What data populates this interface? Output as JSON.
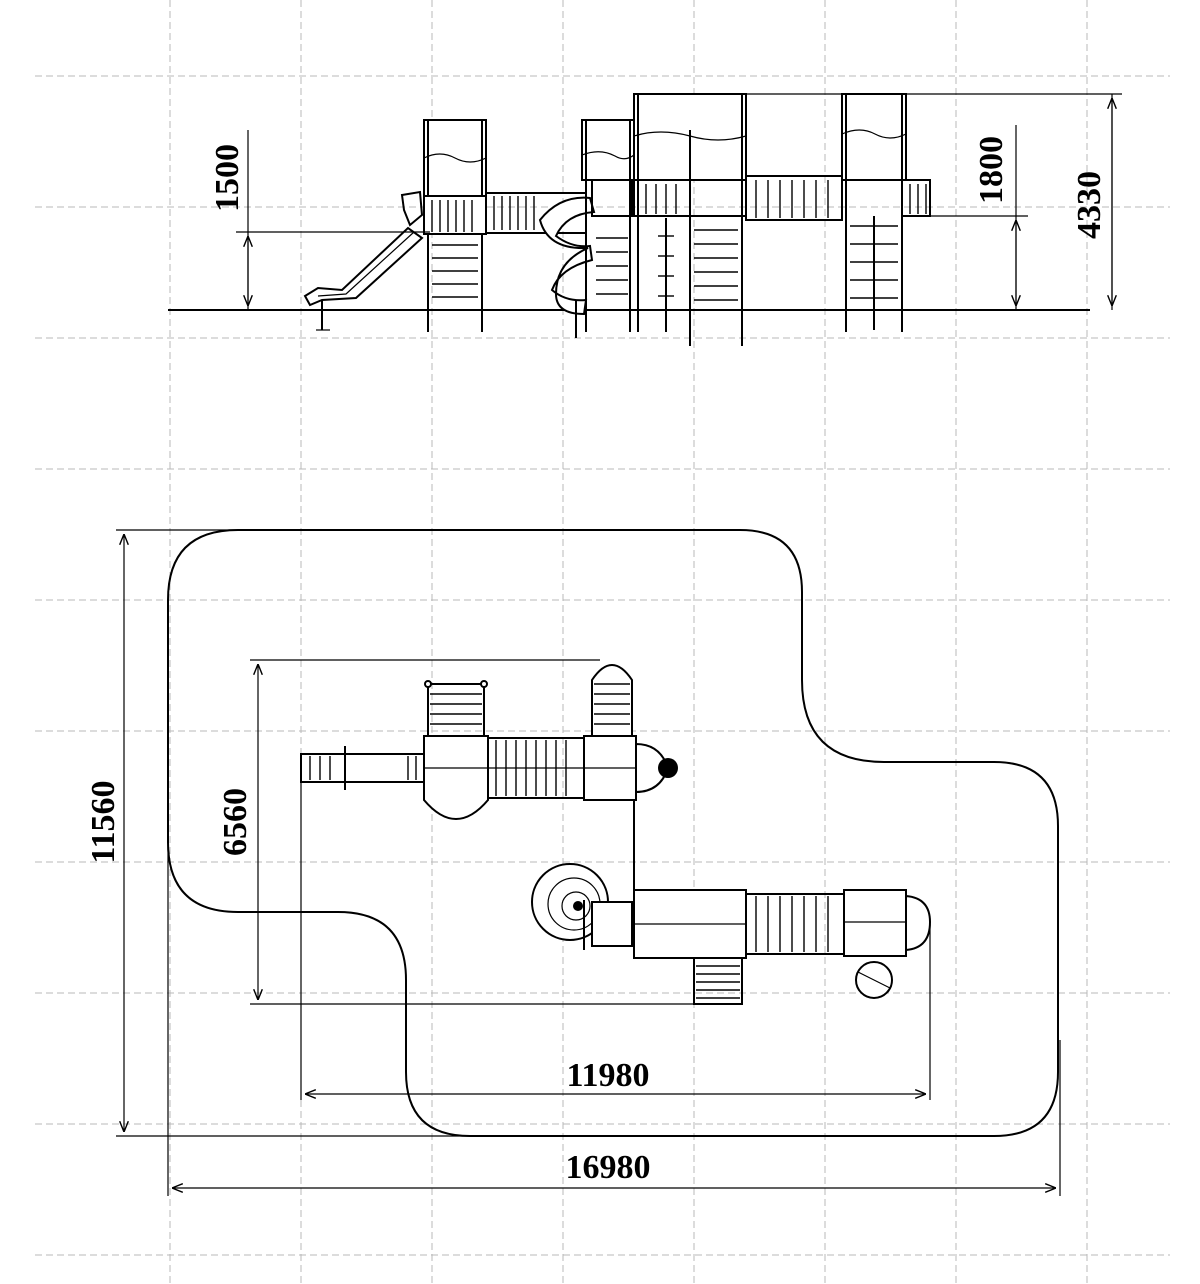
{
  "dimensions": {
    "elevation_left_height": "1500",
    "elevation_right_height": "1800",
    "elevation_total_height": "4330",
    "plan_inner_depth": "6560",
    "plan_outer_depth": "11560",
    "plan_inner_width": "11980",
    "plan_outer_width": "16980"
  },
  "colors": {
    "line": "#000000",
    "grid": "#b9b9b9",
    "background": "#ffffff"
  }
}
